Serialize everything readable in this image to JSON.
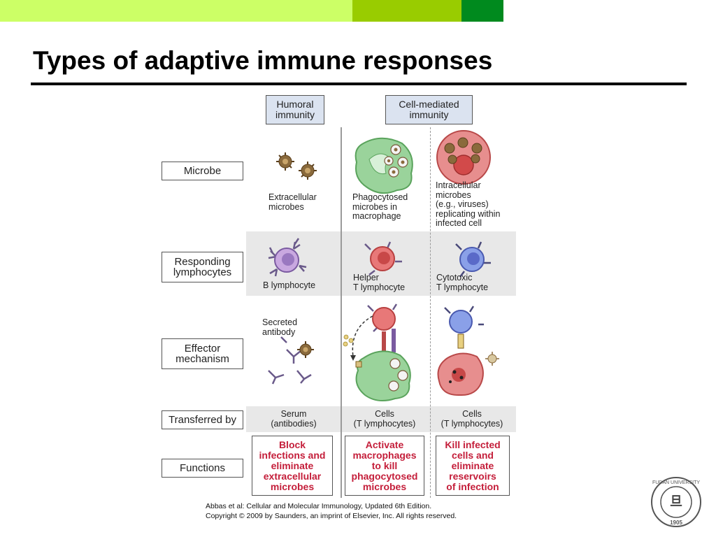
{
  "colors": {
    "bar_light": "#ccff66",
    "bar_mid": "#99cc00",
    "bar_dark": "#008a1e",
    "function_text": "#c41e3a"
  },
  "title": "Types of adaptive immune responses",
  "columns": {
    "humoral": "Humoral\nimmunity",
    "cell_mediated": "Cell-mediated\nimmunity"
  },
  "rows": {
    "microbe": "Microbe",
    "responding": "Responding\nlymphocytes",
    "effector": "Effector\nmechanism",
    "transferred": "Transferred by",
    "functions": "Functions"
  },
  "microbe_captions": {
    "extracellular": "Extracellular\nmicrobes",
    "phagocytosed": "Phagocytosed\nmicrobes in\nmacrophage",
    "intracellular": "Intracellular\nmicrobes\n(e.g., viruses)\nreplicating within\ninfected cell"
  },
  "lymphocyte_captions": {
    "b": "B lymphocyte",
    "helper": "Helper\nT lymphocyte",
    "cytotoxic": "Cytotoxic\nT lymphocyte"
  },
  "effector_captions": {
    "secreted": "Secreted\nantibody"
  },
  "transferred_captions": {
    "serum": "Serum\n(antibodies)",
    "cells1": "Cells\n(T lymphocytes)",
    "cells2": "Cells\n(T lymphocytes)"
  },
  "functions": {
    "block": "Block\ninfections and\neliminate\nextracellular\nmicrobes",
    "activate": "Activate\nmacrophages\nto kill\nphagocytosed\nmicrobes",
    "kill": "Kill infected\ncells and\neliminate\nreservoirs\nof infection"
  },
  "credit": {
    "line1": "Abbas et al: Cellular and Molecular Immunology, Updated 6th Edition.",
    "line2": "Copyright © 2009 by Saunders, an imprint of Elsevier, Inc. All rights reserved."
  },
  "seal": {
    "text": "FUDAN UNIVERSITY",
    "year": "1905"
  }
}
